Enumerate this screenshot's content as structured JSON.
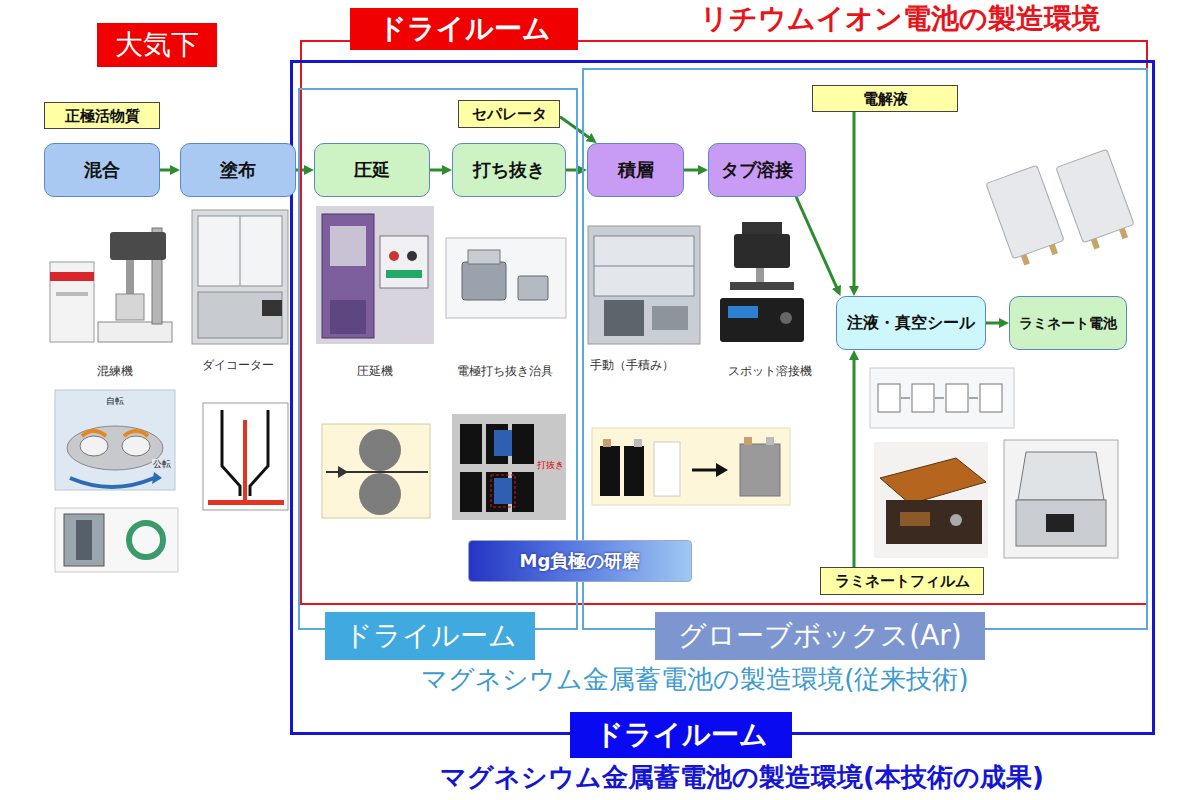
{
  "diagram": {
    "nodes": [
      {
        "text": [
          "大気下"
        ]
      },
      {
        "text": [
          "ドライルーム",
          "リチウムイオン電池の製造環境"
        ]
      },
      {
        "text": [
          "ドライルーム",
          "マグネシウム金属蓄電池の製造環境(本技術の成果)"
        ]
      },
      {
        "text": [
          "ドライルーム"
        ],
        "in": 2
      },
      {
        "text": [
          "グローブボックス(Ar)"
        ],
        "in": 2
      },
      {
        "text": [
          "正極活物質"
        ]
      },
      {
        "text": [
          "混合"
        ]
      },
      {
        "text": [
          "塗布"
        ]
      },
      {
        "text": [
          "圧延"
        ],
        "in": 3
      },
      {
        "text": [
          "セパレータ"
        ],
        "in": 3
      },
      {
        "text": [
          "打ち抜き"
        ],
        "in": 3
      },
      {
        "text": [
          "積層"
        ],
        "in": 4
      },
      {
        "text": [
          "タブ溶接"
        ],
        "in": 4
      },
      {
        "text": [
          "電解液"
        ],
        "in": 4
      },
      {
        "text": [
          "注液・真空シール"
        ],
        "in": 4
      },
      {
        "text": [
          "ラミネート電池"
        ],
        "in": 4
      },
      {
        "text": [
          "ラミネートフィルム"
        ],
        "in": 4
      },
      {
        "text": [
          "Mg負極の研磨"
        ],
        "in": 2
      }
    ],
    "edges": [
      {
        "from": 6,
        "to": 7,
        "arrow": "to"
      },
      {
        "from": 7,
        "to": 8,
        "arrow": "to"
      },
      {
        "from": 8,
        "to": 10,
        "arrow": "to"
      },
      {
        "from": 10,
        "to": 11,
        "arrow": "to"
      },
      {
        "from": 9,
        "to": 11,
        "arrow": "to"
      },
      {
        "from": 11,
        "to": 12,
        "arrow": "to"
      },
      {
        "from": 12,
        "to": 14,
        "arrow": "to"
      },
      {
        "from": 13,
        "to": 14,
        "arrow": "to"
      },
      {
        "from": 16,
        "to": 14,
        "arrow": "to"
      },
      {
        "from": 14,
        "to": 15,
        "arrow": "to"
      }
    ],
    "labels": [
      "混練機",
      "ダイコーター",
      "圧延機",
      "電極打ち抜き治具",
      "手動（手積み）",
      "スポット溶接機",
      "マグネシウム金属蓄電池の製造環境(従来技術)",
      "自転",
      "公転",
      "打抜き"
    ]
  }
}
